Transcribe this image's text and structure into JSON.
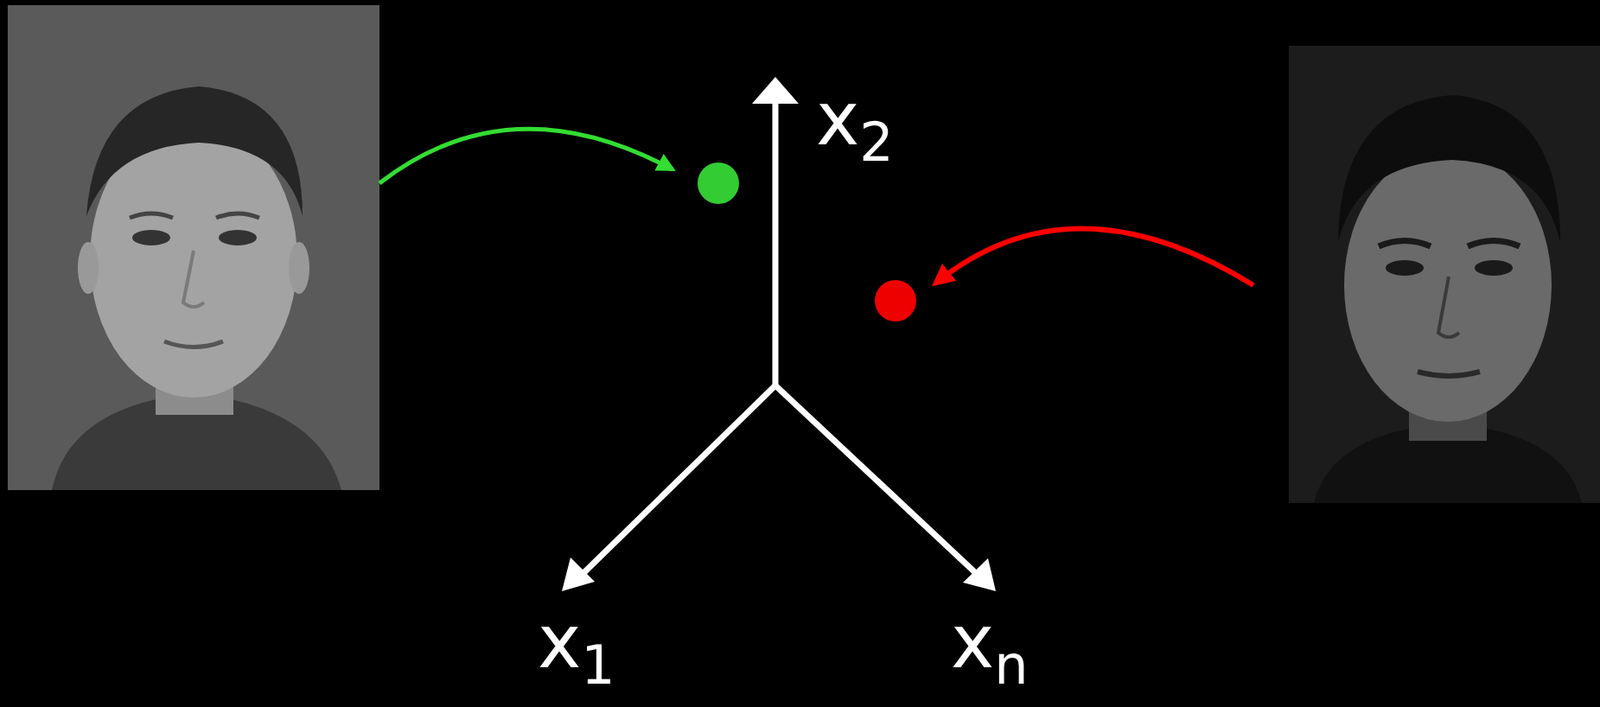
{
  "diagram": {
    "labels": [
      "x2",
      "x1",
      "xn"
    ]
  }
}
